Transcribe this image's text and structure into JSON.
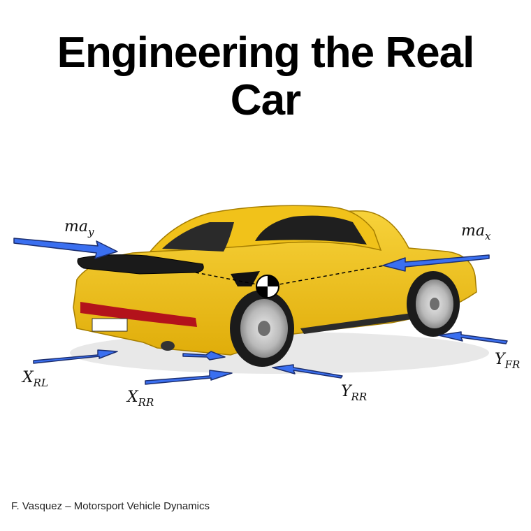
{
  "title": "Engineering the Real Car",
  "labels": {
    "may": {
      "base": "ma",
      "sub": "y"
    },
    "max": {
      "base": "ma",
      "sub": "x"
    },
    "xrl": {
      "base": "X",
      "sub": "RL"
    },
    "xrr": {
      "base": "X",
      "sub": "RR"
    },
    "yrr": {
      "base": "Y",
      "sub": "RR"
    },
    "yfr": {
      "base": "Y",
      "sub": "FR"
    }
  },
  "credit": "F. Vasquez – Motorsport Vehicle Dynamics",
  "colors": {
    "arrow_fill": "#3a6ff0",
    "arrow_stroke": "#1c2f70",
    "car_body": "#f2c417",
    "car_shadow": "#c99a05"
  }
}
